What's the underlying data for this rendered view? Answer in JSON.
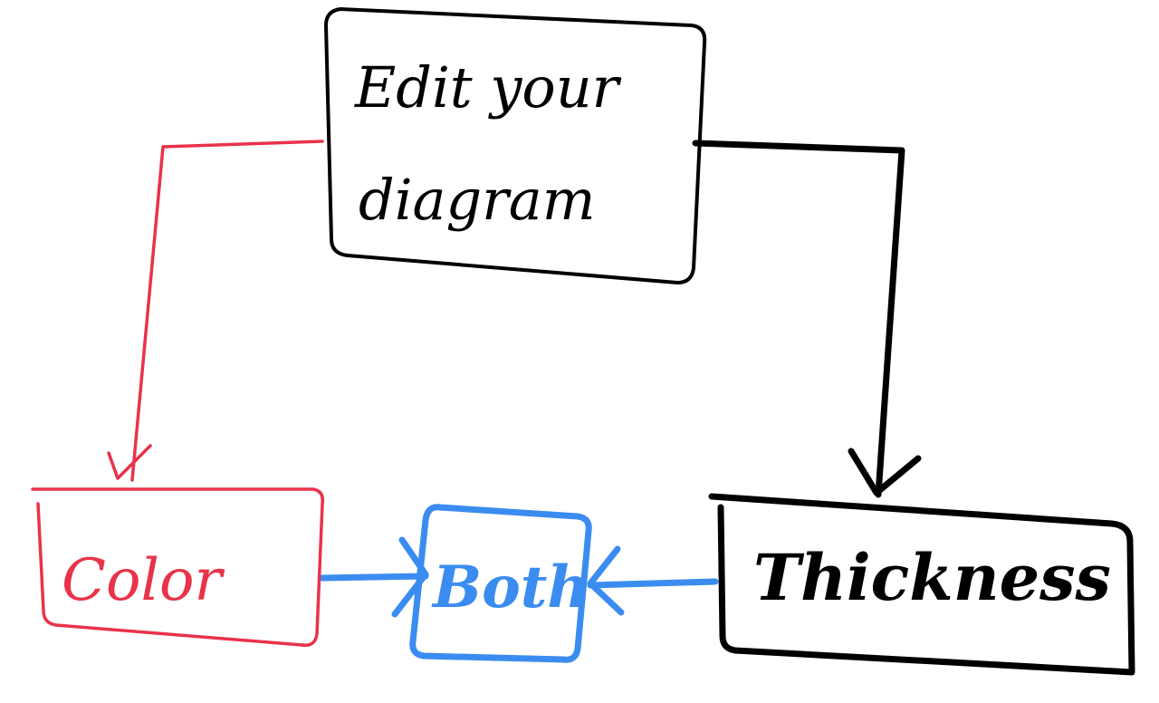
{
  "colors": {
    "background": "#ffffff",
    "ink_black": "#000000",
    "ink_red": "#e8334a",
    "ink_blue": "#3b8cf0"
  },
  "nodes": {
    "edit": {
      "line1": "Edit your",
      "line2": "diagram",
      "color": "#000000"
    },
    "color": {
      "label": "Color",
      "color": "#e8334a"
    },
    "both": {
      "label": "Both",
      "color": "#3b8cf0"
    },
    "thickness": {
      "label": "Thickness",
      "color": "#000000"
    }
  },
  "edges": [
    {
      "from": "edit",
      "to": "color",
      "color": "#e8334a"
    },
    {
      "from": "edit",
      "to": "thickness",
      "color": "#000000"
    },
    {
      "from": "color",
      "to": "both",
      "color": "#3b8cf0"
    },
    {
      "from": "thickness",
      "to": "both",
      "color": "#3b8cf0"
    }
  ]
}
